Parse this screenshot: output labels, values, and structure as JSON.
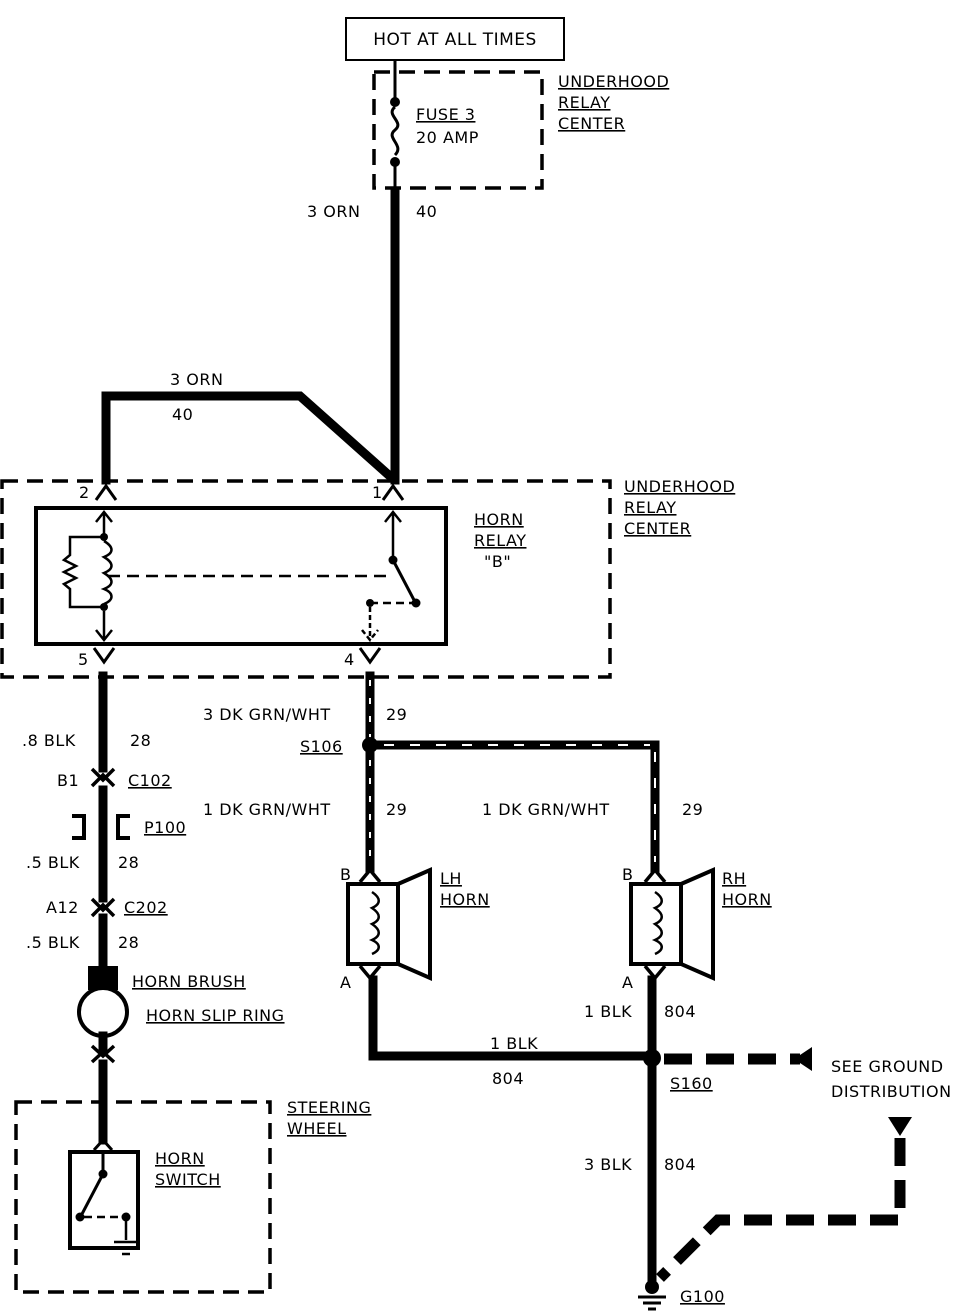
{
  "top_label": "HOT AT ALL TIMES",
  "fuse_block": {
    "name_line1": "FUSE 3",
    "name_line2": "20 AMP",
    "location": [
      "UNDERHOOD",
      "RELAY",
      "CENTER"
    ]
  },
  "wire_fuse_out": {
    "gauge_color": "3 ORN",
    "circuit": "40"
  },
  "wire_to_relay2": {
    "gauge_color": "3 ORN",
    "circuit": "40"
  },
  "relay_block": {
    "location": [
      "UNDERHOOD",
      "RELAY",
      "CENTER"
    ],
    "name": [
      "HORN",
      "RELAY",
      "\"B\""
    ],
    "pins": {
      "p1": "1",
      "p2": "2",
      "p4": "4",
      "p5": "5"
    }
  },
  "left_branch": {
    "wire1": {
      "gauge_color": ".8 BLK",
      "circuit": "28"
    },
    "conn1": {
      "cavity": "B1",
      "name": "C102"
    },
    "passthrough": "P100",
    "wire2": {
      "gauge_color": ".5 BLK",
      "circuit": "28"
    },
    "conn2": {
      "cavity": "A12",
      "name": "C202"
    },
    "wire3": {
      "gauge_color": ".5 BLK",
      "circuit": "28"
    },
    "brush": "HORN BRUSH",
    "slip_ring": "HORN SLIP RING",
    "wheel": [
      "STEERING",
      "WHEEL"
    ],
    "switch": [
      "HORN",
      "SWITCH"
    ]
  },
  "horn_feed": {
    "wire_main": {
      "gauge_color": "3 DK GRN/WHT",
      "circuit": "29"
    },
    "splice": "S106",
    "wire_lh": {
      "gauge_color": "1 DK GRN/WHT",
      "circuit": "29"
    },
    "wire_rh": {
      "gauge_color": "1 DK GRN/WHT",
      "circuit": "29"
    }
  },
  "lh_horn": {
    "name": [
      "LH",
      "HORN"
    ],
    "pin_top": "B",
    "pin_bottom": "A"
  },
  "rh_horn": {
    "name": [
      "RH",
      "HORN"
    ],
    "pin_top": "B",
    "pin_bottom": "A"
  },
  "ground": {
    "wire_lh": {
      "gauge_color": "1 BLK",
      "circuit": "804"
    },
    "wire_rh": {
      "gauge_color": "1 BLK",
      "circuit": "804"
    },
    "splice": "S160",
    "note": [
      "SEE GROUND",
      "DISTRIBUTION"
    ],
    "wire_main": {
      "gauge_color": "3 BLK",
      "circuit": "804"
    },
    "ground_point": "G100"
  }
}
